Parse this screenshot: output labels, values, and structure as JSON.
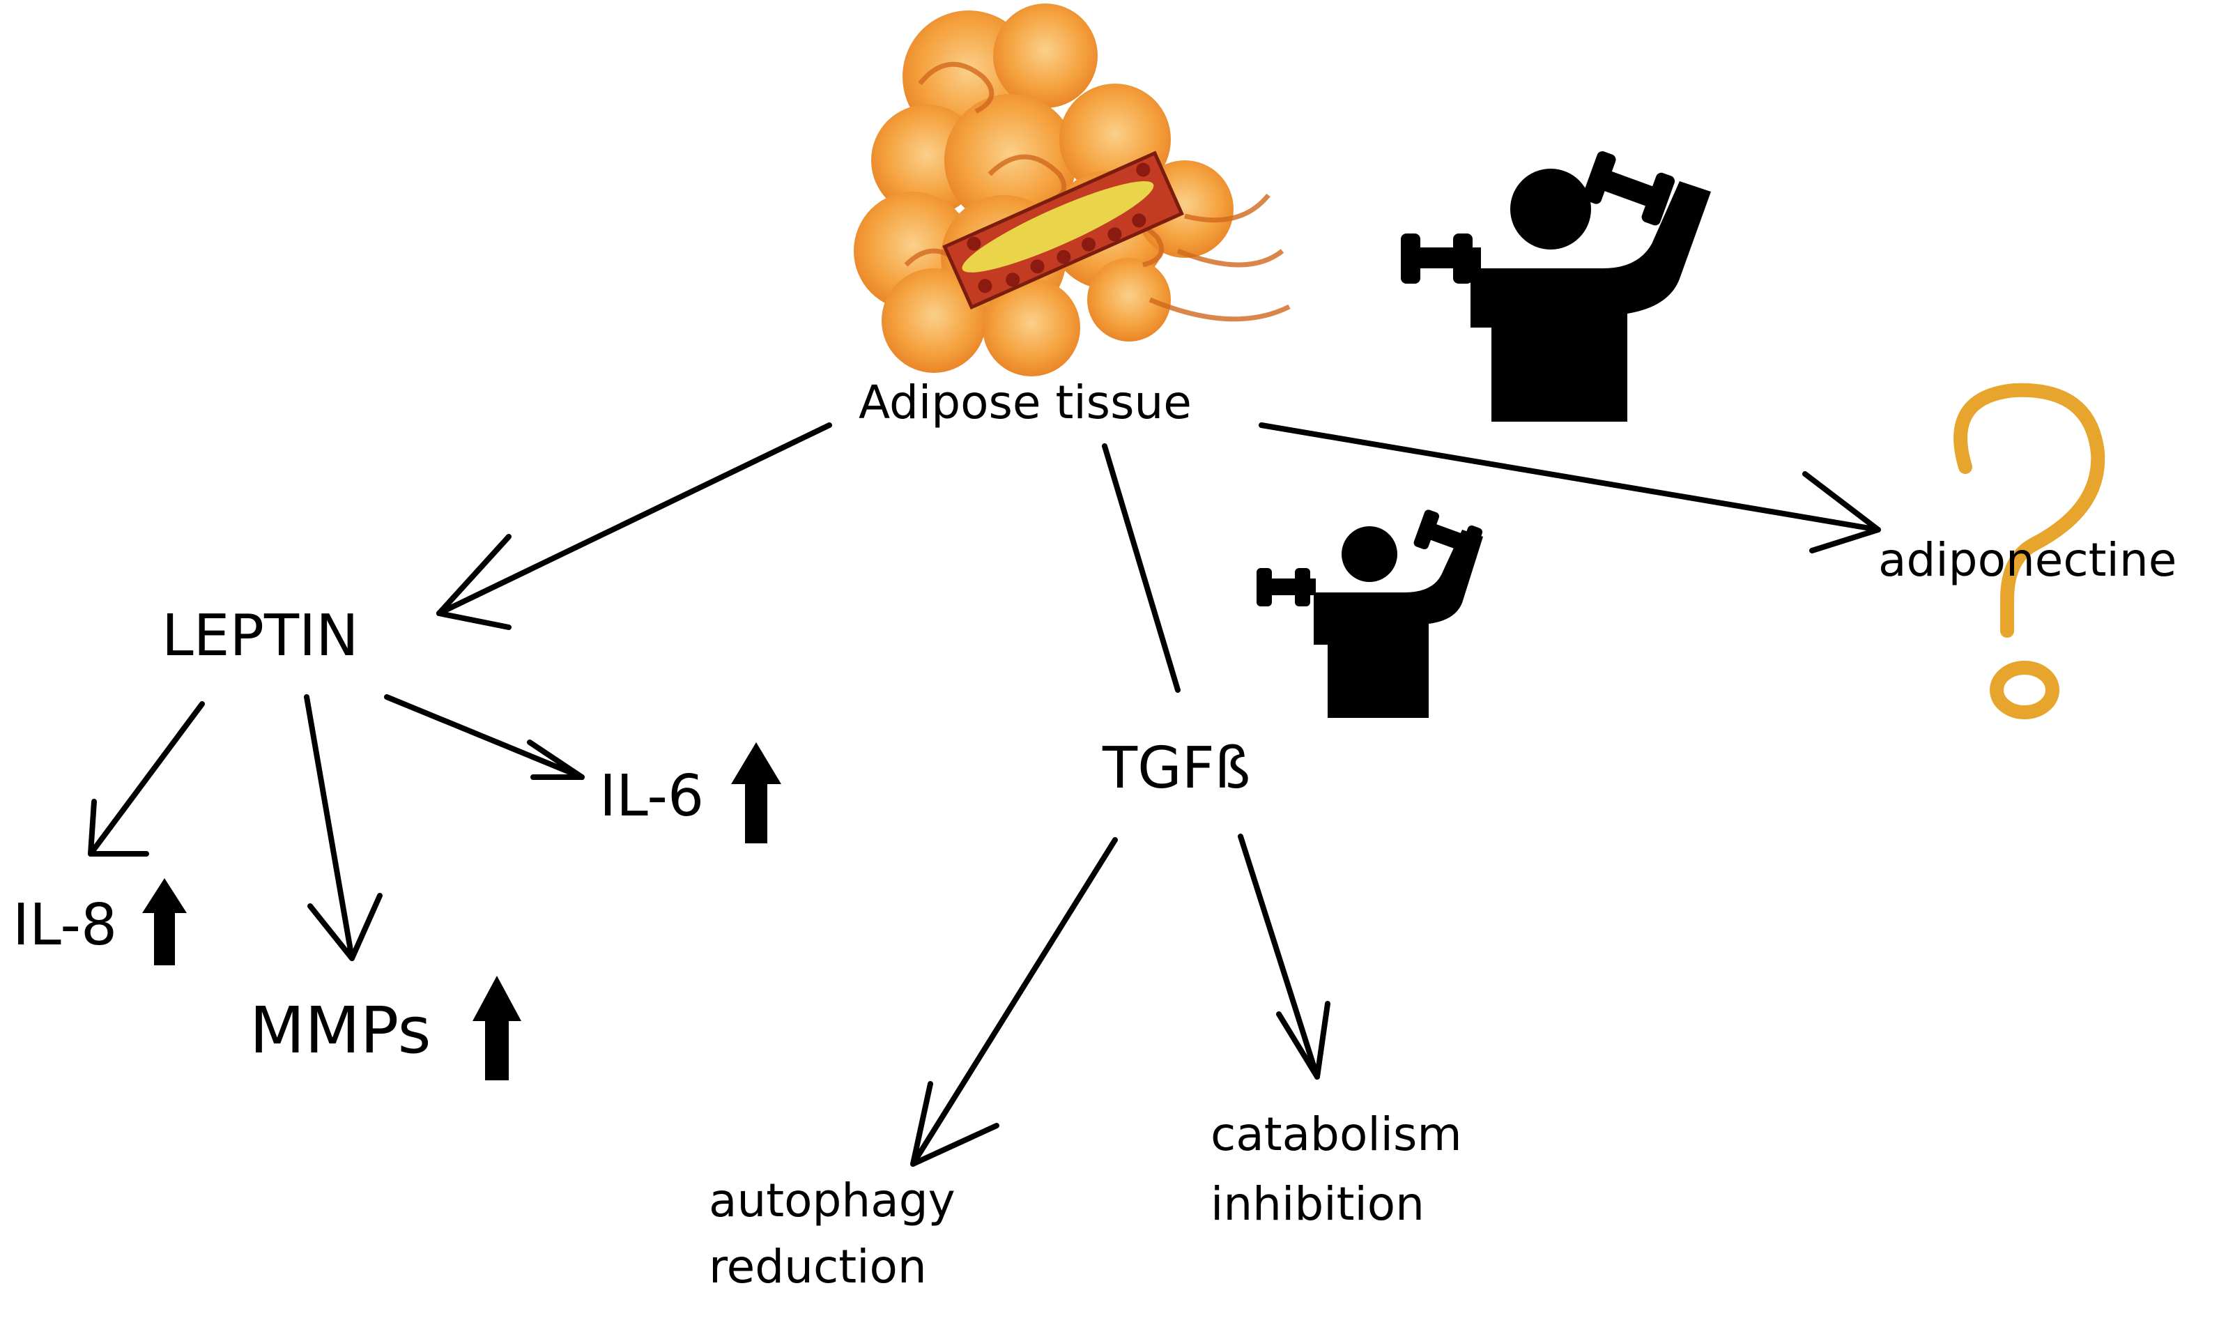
{
  "nodes": {
    "adipose_tissue": "Adipose tissue",
    "leptin": "LEPTIN",
    "tgfb": "TGFß",
    "adiponectine": "adiponectine",
    "il8": "IL-8",
    "il6": "IL-6",
    "mmps": "MMPs",
    "autophagy_line1": "autophagy",
    "autophagy_line2": "reduction",
    "catabolism_line1": "catabolism",
    "catabolism_line2": "inhibition"
  },
  "icons": {
    "adipose": "adipose-tissue-cloud-illustration",
    "exercise": "person-lifting-dumbbells-icon",
    "unknown": "question-mark-icon",
    "increase": "up-arrow-icon"
  },
  "colors": {
    "question_mark": "#E8A52E",
    "cloud": "#F39A3C",
    "vessel": "#C23B22",
    "fat": "#E9D44A"
  }
}
